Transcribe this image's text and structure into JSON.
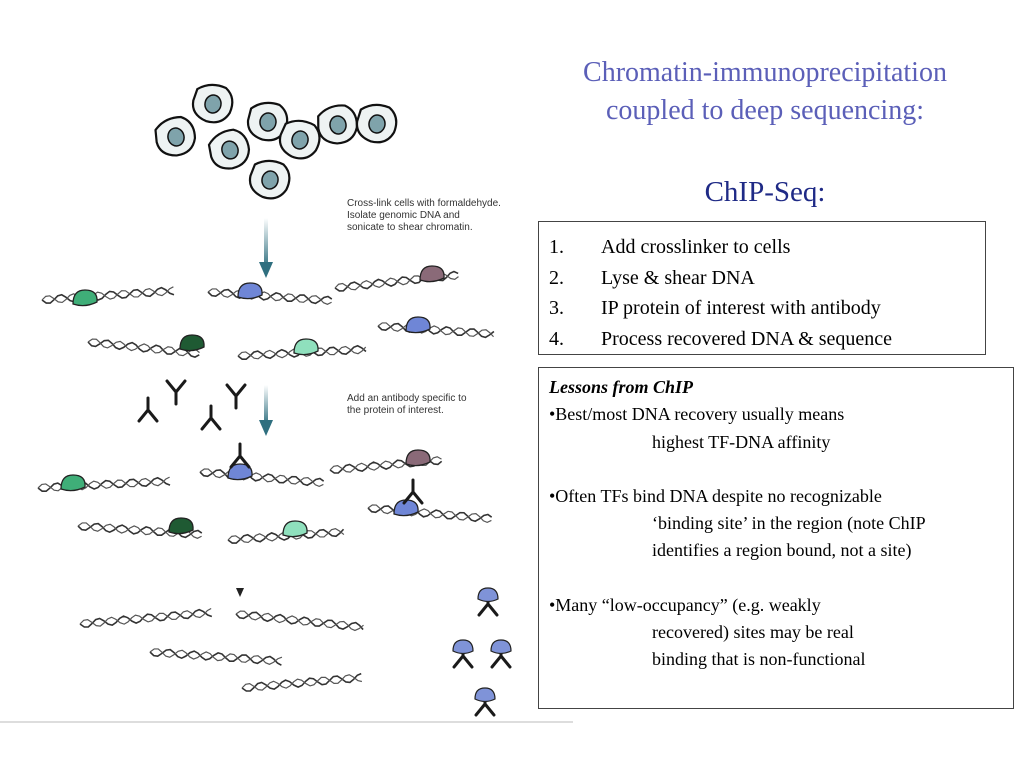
{
  "title_line1": "Chromatin-immunoprecipitation",
  "title_line2": "coupled to deep sequencing:",
  "subtitle": "ChIP-Seq:",
  "steps": [
    {
      "num": "1.",
      "text": "Add crosslinker to cells"
    },
    {
      "num": "2.",
      "text": "Lyse & shear DNA"
    },
    {
      "num": "3.",
      "text": "IP protein of interest with antibody"
    },
    {
      "num": "4.",
      "text": "Process recovered DNA & sequence"
    }
  ],
  "lessons": {
    "heading": "Lessons from ChIP",
    "items": [
      {
        "line1": "•Best/most DNA recovery usually means",
        "rest": [
          "highest TF-DNA affinity"
        ]
      },
      {
        "line1": "•Often TFs bind DNA despite no recognizable",
        "rest": [
          "‘binding site’ in the region (note ChIP",
          "identifies a region bound, not a site)"
        ]
      },
      {
        "line1": "•Many “low-occupancy” (e.g. weakly",
        "rest": [
          "recovered) sites may be real",
          "binding that is non-functional"
        ]
      }
    ]
  },
  "figure": {
    "caption1": [
      "Cross-link cells with formaldehyde.",
      "Isolate genomic DNA and",
      "sonicate to shear chromatin."
    ],
    "caption2": [
      "Add an antibody specific to",
      "the protein of interest."
    ],
    "colors": {
      "protein_green": "#3fae78",
      "protein_blue": "#6f86d6",
      "protein_dark_green": "#1f5a33",
      "protein_mint": "#8fe0bd",
      "protein_mauve": "#8a6a78",
      "antibody_blue": "#7f93d8",
      "arrow": "#2f6f7f",
      "title": "#5b5fb8",
      "subtitle": "#1f2a86"
    }
  }
}
